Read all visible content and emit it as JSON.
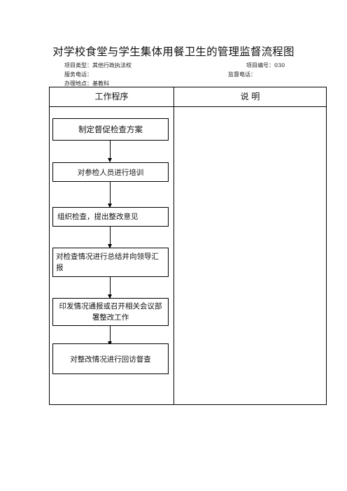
{
  "page": {
    "title": "对学校食堂与学生集体用餐卫生的管理监督流程图",
    "project_type": "项目类型：其他行政执法权",
    "project_number": "项目编号：030",
    "service_phone": "服务电话：",
    "supervision_phone": "监督电话：",
    "office_location": "办理地点：基教科"
  },
  "table": {
    "col_procedure": "工作程序",
    "col_description": "说 明",
    "steps": [
      "制定督促检查方案",
      "对参检人员进行培训",
      "组织检查，提出整改意见",
      "对检查情况进行总结并向领导汇报",
      "印发情况通报或召开相关会议部署整改工作",
      "对整改情况进行回访督查"
    ]
  }
}
